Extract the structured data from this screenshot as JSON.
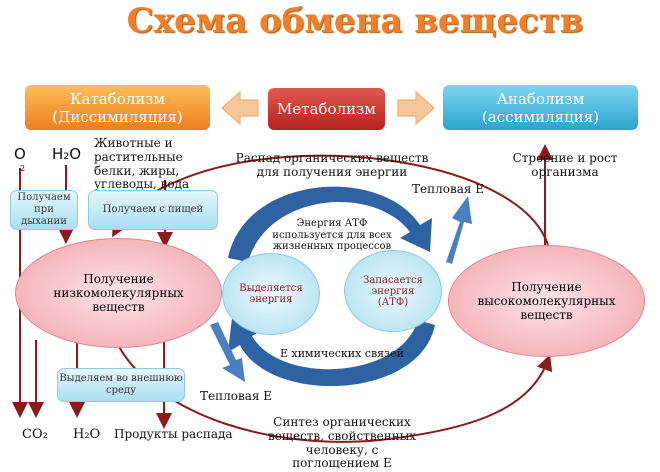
{
  "title": "Схема обмена веществ",
  "boxes": {
    "catabolism": "Катаболизм (Диссимиляция)",
    "metabolism": "Метаболизм",
    "anabolism": "Анаболизм (ассимиляция)"
  },
  "inputs": {
    "o2": "O",
    "o2_sub": "2",
    "h2o": "H₂O",
    "food": "Животные и растительные белки, жиры, углеводы, вода"
  },
  "labels": {
    "breathing": "Получаем при дыхании",
    "food_box": "Получаем с пищей",
    "excrete": "Выделяем во внешнюю среду"
  },
  "ellipses": {
    "left": "Получение низкомолекулярных веществ",
    "right": "Получение высокомолекулярных веществ",
    "release": "Выделяется энергия",
    "store": "Запасается энергия (АТФ)"
  },
  "texts": {
    "decay": "Распад органических веществ для получения энергии",
    "heat_top": "Тепловая Е",
    "atp": "Энергия АТФ используется для всех жизненных процессов",
    "chem": "Е химических связей",
    "heat_bottom": "Тепловая Е",
    "synthesis": "Синтез органических веществ, свойственных человеку, с поглощением Е",
    "growth": "Строение и рост организма"
  },
  "outputs": {
    "co2": "CO₂",
    "h2o": "H₂O",
    "products": "Продукты распада"
  },
  "colors": {
    "orange": "#f39a2e",
    "red": "#c8302e",
    "cyan": "#3aaed8",
    "arrow_red": "#8b1a1a",
    "arrow_blue": "#2f62a3"
  }
}
